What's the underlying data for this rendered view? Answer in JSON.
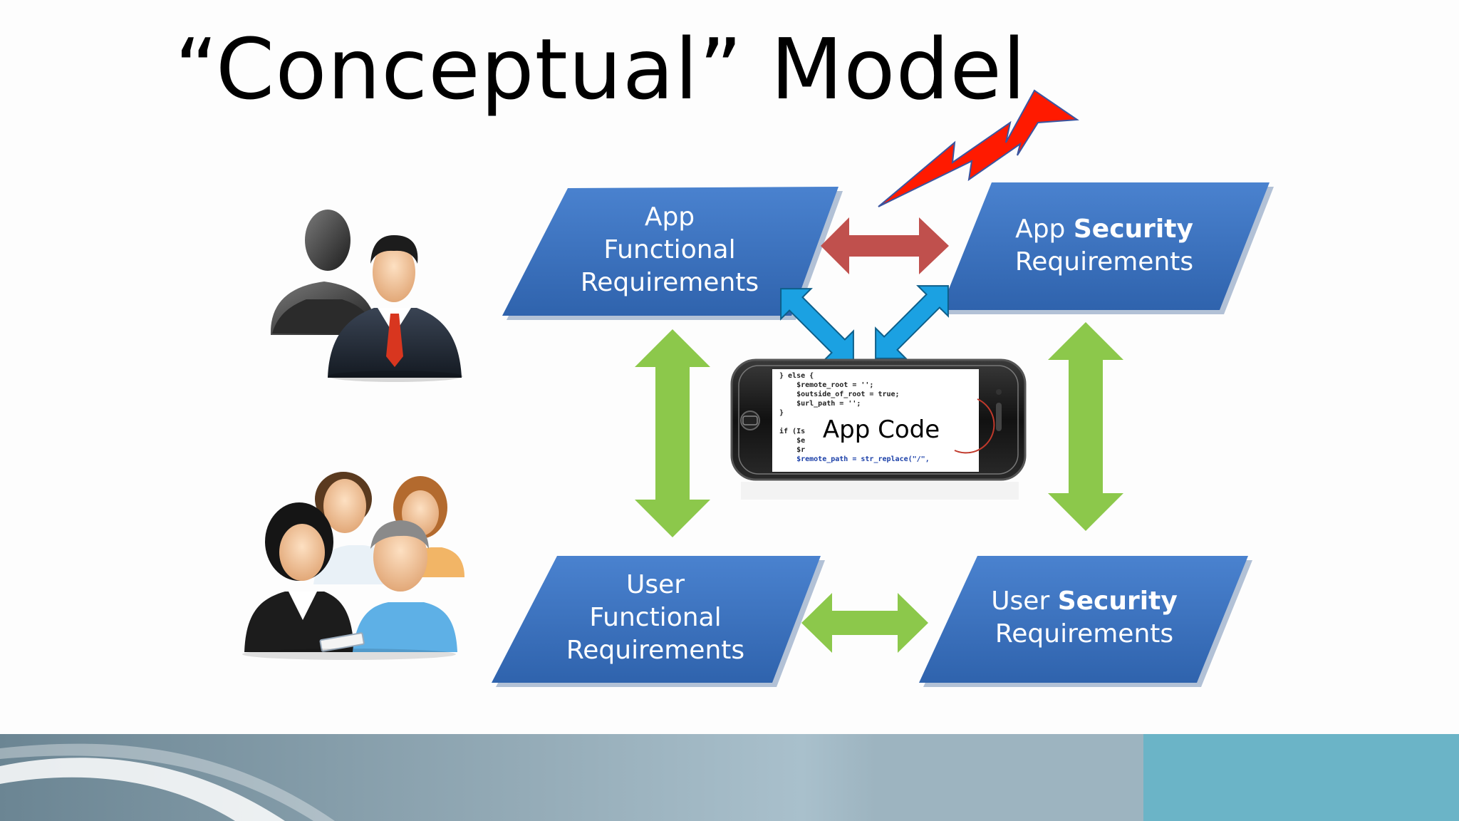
{
  "title": "“Conceptual” Model",
  "boxes": {
    "app_functional": {
      "line1": "App",
      "line2": "Functional",
      "line3": "Requirements"
    },
    "app_security": {
      "prefix": "App ",
      "bold": "Security",
      "line2": "Requirements"
    },
    "user_functional": {
      "line1": "User",
      "line2": "Functional",
      "line3": "Requirements"
    },
    "user_security": {
      "prefix": "User ",
      "bold": "Security",
      "line2": "Requirements"
    }
  },
  "phone": {
    "label": "App Code",
    "code_lines": [
      "} else {",
      "    $remote_root = '';",
      "    $outside_of_root = true;",
      "    $url_path = '';",
      "}",
      "",
      "if (Is",
      "    $e",
      "    $r",
      "    $remote_path = str_replace(\"/\","
    ]
  },
  "colors": {
    "box_blue": "#3f74c1",
    "box_blue_dark": "#23508f",
    "green_arrow": "#8cc84b",
    "red_arrow": "#c0504d",
    "blue_arrow": "#1ba1e2",
    "lightning": "#ff0000"
  },
  "icons": [
    "business-people-icon",
    "user-group-icon",
    "smartphone-icon",
    "lightning-bolt-icon"
  ]
}
